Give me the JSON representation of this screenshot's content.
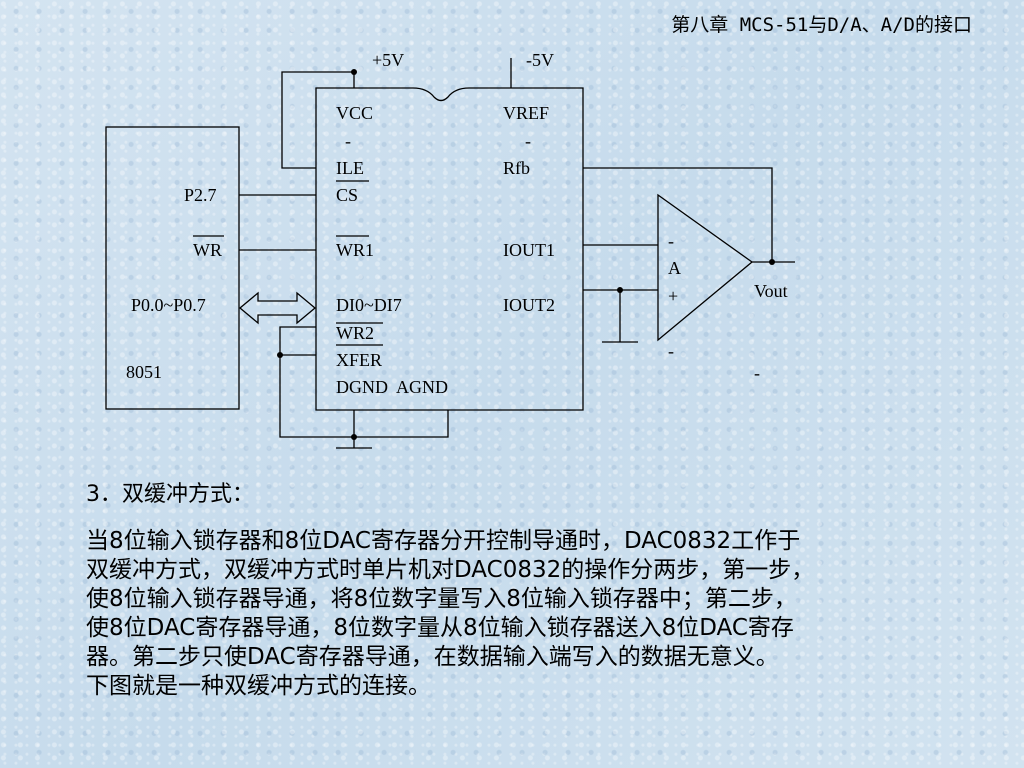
{
  "slide": {
    "title": "第八章  MCS-51与D/A、A/D的接口"
  },
  "diagram": {
    "supply": {
      "pos": "+5V",
      "neg": "-5V"
    },
    "mcu": {
      "name": "8051",
      "pins": {
        "p27": "P2.7",
        "wr": "WR",
        "p0": "P0.0~P0.7"
      }
    },
    "dac": {
      "pins": {
        "vcc": "VCC",
        "vref": "VREF",
        "ile": "ILE",
        "rfb": "Rfb",
        "cs": "CS",
        "wr1": "WR1",
        "iout1": "IOUT1",
        "di": "DI0~DI7",
        "iout2": "IOUT2",
        "wr2": "WR2",
        "xfer": "XFER",
        "gnd": "DGND  AGND"
      },
      "dash": "-"
    },
    "opamp": {
      "label": "A",
      "minus": "-",
      "plus": "+",
      "output": "Vout"
    }
  },
  "section": {
    "heading": "3．双缓冲方式：",
    "lines": [
      "当8位输入锁存器和8位DAC寄存器分开控制导通时，DAC0832工作于",
      "双缓冲方式，双缓冲方式时单片机对DAC0832的操作分两步，第一步，",
      "使8位输入锁存器导通，将8位数字量写入8位输入锁存器中；第二步，",
      "使8位DAC寄存器导通，8位数字量从8位输入锁存器送入8位DAC寄存",
      "器。第二步只使DAC寄存器导通，在数据输入端写入的数据无意义。",
      "下图就是一种双缓冲方式的连接。"
    ]
  }
}
